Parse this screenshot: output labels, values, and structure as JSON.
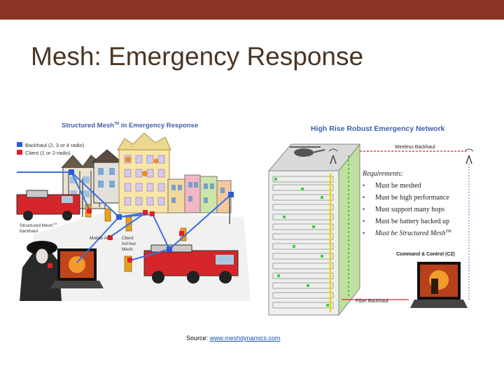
{
  "slide": {
    "title": "Mesh: Emergency Response",
    "colors": {
      "topbar": "#8B3424",
      "title": "#4a3523",
      "diagram_heading": "#3f5fa8",
      "backhaul": "#2a5bd8",
      "client": "#e0202a",
      "mesh_link": "#3b6fe0"
    }
  },
  "left_diagram": {
    "heading": "Structured Mesh",
    "heading_tm": "TM",
    "heading_rest": " in Emergency Response",
    "legend": [
      {
        "label": "Backhaul (2, 3 or 4 radio)",
        "color": "#2a5bd8"
      },
      {
        "label": "Client (1 or 2-radio)",
        "color": "#e0202a"
      }
    ],
    "labels": {
      "structured_mesh_1": "Structured Mesh",
      "structured_mesh_tm": "TM",
      "structured_mesh_2": "backhaul",
      "mobile_ap": "Mobile AP",
      "client_1": "Client",
      "client_2": "Ad-hoc",
      "client_3": "Mesh"
    }
  },
  "right_diagram": {
    "heading": "High Rise Robust Emergency Network",
    "wireless_backhaul": "Wireless Backhaul",
    "command_control": "Command & Control (C2)",
    "fiber_backhaul": "Fiber Backhaul",
    "requirements_title": "Requirements:",
    "requirements": [
      "Must be meshed",
      "Must be high performance",
      "Must support many hops",
      "Must be battery backed up",
      "Must be Structured Mesh"
    ],
    "requirements_last_tm": "TM"
  },
  "source": {
    "label": "Source: ",
    "link": "www.meshdynamics.com"
  }
}
